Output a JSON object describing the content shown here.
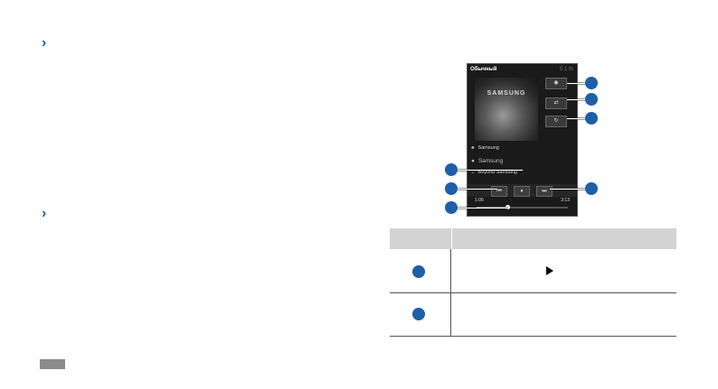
{
  "phone": {
    "header_title": "Обычный",
    "header_time": "5 1 th",
    "album_logo": "SAMSUNG",
    "side_buttons": [
      "",
      "",
      ""
    ],
    "info_lines": [
      {
        "icon": "artist-icon",
        "glyph": "♣",
        "text": "Samsung"
      },
      {
        "icon": "album-icon",
        "glyph": "●",
        "text": "Samsung"
      },
      {
        "icon": "note-icon",
        "glyph": "♫",
        "text": "Beyond Samsung"
      }
    ],
    "controls": {
      "prev": "⏮",
      "pause": "⏸",
      "next": "⏭"
    },
    "elapsed": "1:06",
    "total": "3:13",
    "progress_fraction": 0.34
  },
  "chevrons": [
    "›",
    "›"
  ],
  "table": {
    "header": [
      "",
      ""
    ],
    "rows": [
      {
        "number": "",
        "description": ""
      },
      {
        "number": "",
        "description": ""
      }
    ]
  },
  "colors": {
    "accent": "#1f5fa8",
    "table_header": "#d3d3d3",
    "page_tab": "#8c8c8c"
  }
}
